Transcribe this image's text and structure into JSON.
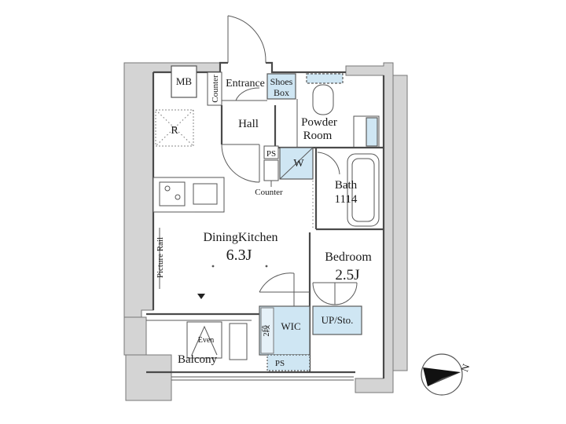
{
  "labels": {
    "mb": "MB",
    "counter_top": "Counter",
    "entrance": "Entrance",
    "shoes_box_1": "Shoes",
    "shoes_box_2": "Box",
    "hall": "Hall",
    "powder_room_1": "Powder",
    "powder_room_2": "Room",
    "refrigerator": "R",
    "ps_upper": "PS",
    "washer": "W",
    "counter_mid": "Counter",
    "bath": "Bath",
    "bath_size": "1114",
    "dining_kitchen": "DiningKitchen",
    "dining_kitchen_size": "6.3J",
    "picture_rail": "Picture Rail",
    "bedroom": "Bedroom",
    "bedroom_size": "2.5J",
    "wic": "WIC",
    "up_sto": "UP/Sto.",
    "step": "2段",
    "ps_lower": "PS",
    "even": "Even",
    "balcony": "Balcony",
    "north": "N"
  },
  "colors": {
    "wall": "#4a4a4a",
    "shaft_gray": "#d4d4d4",
    "storage_blue": "#cfe6f3"
  }
}
